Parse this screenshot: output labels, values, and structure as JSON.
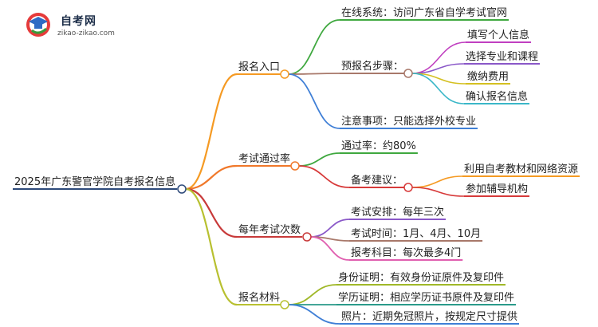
{
  "logo": {
    "title": "自考网",
    "subtitle": "zikao-zikao.com"
  },
  "root": {
    "label": "2025年广东警官学院自考报名信息",
    "color": "#2e4a7a"
  },
  "branches": [
    {
      "label": "报名入口",
      "color": "#f59a23",
      "children": [
        {
          "label": "在线系统：访问广东省自学考试官网",
          "color": "#3fa83f"
        },
        {
          "label": "预报名步骤：",
          "color": "#a8786a",
          "children": [
            {
              "label": "填写个人信息",
              "color": "#c040c0"
            },
            {
              "label": "选择专业和课程",
              "color": "#8a58c8"
            },
            {
              "label": "缴纳费用",
              "color": "#d4c020"
            },
            {
              "label": "确认报名信息",
              "color": "#3ab7c8"
            }
          ]
        },
        {
          "label": "注意事项：只能选择外校专业",
          "color": "#3f7fd6"
        }
      ]
    },
    {
      "label": "考试通过率",
      "color": "#f0782a",
      "children": [
        {
          "label": "通过率：约80%",
          "color": "#3fa83f"
        },
        {
          "label": "备考建议：",
          "color": "#d73a3a",
          "children": [
            {
              "label": "利用自考教材和网络资源",
              "color": "#f59a23"
            },
            {
              "label": "参加辅导机构",
              "color": "#d73a3a"
            }
          ]
        }
      ]
    },
    {
      "label": "每年考试次数",
      "color": "#c83a3a",
      "children": [
        {
          "label": "考试安排：每年三次",
          "color": "#8a58c8"
        },
        {
          "label": "考试时间：1月、4月、10月",
          "color": "#a8786a"
        },
        {
          "label": "报考科目：每次最多4门",
          "color": "#e060b0"
        }
      ]
    },
    {
      "label": "报名材料",
      "color": "#b8c030",
      "children": [
        {
          "label": "身份证明：有效身份证原件及复印件",
          "color": "#a0b828"
        },
        {
          "label": "学历证明：相应学历证书原件及复印件",
          "color": "#2a9a8a"
        },
        {
          "label": "照片：近期免冠照片，按规定尺寸提供",
          "color": "#3f7fd6"
        }
      ]
    }
  ]
}
